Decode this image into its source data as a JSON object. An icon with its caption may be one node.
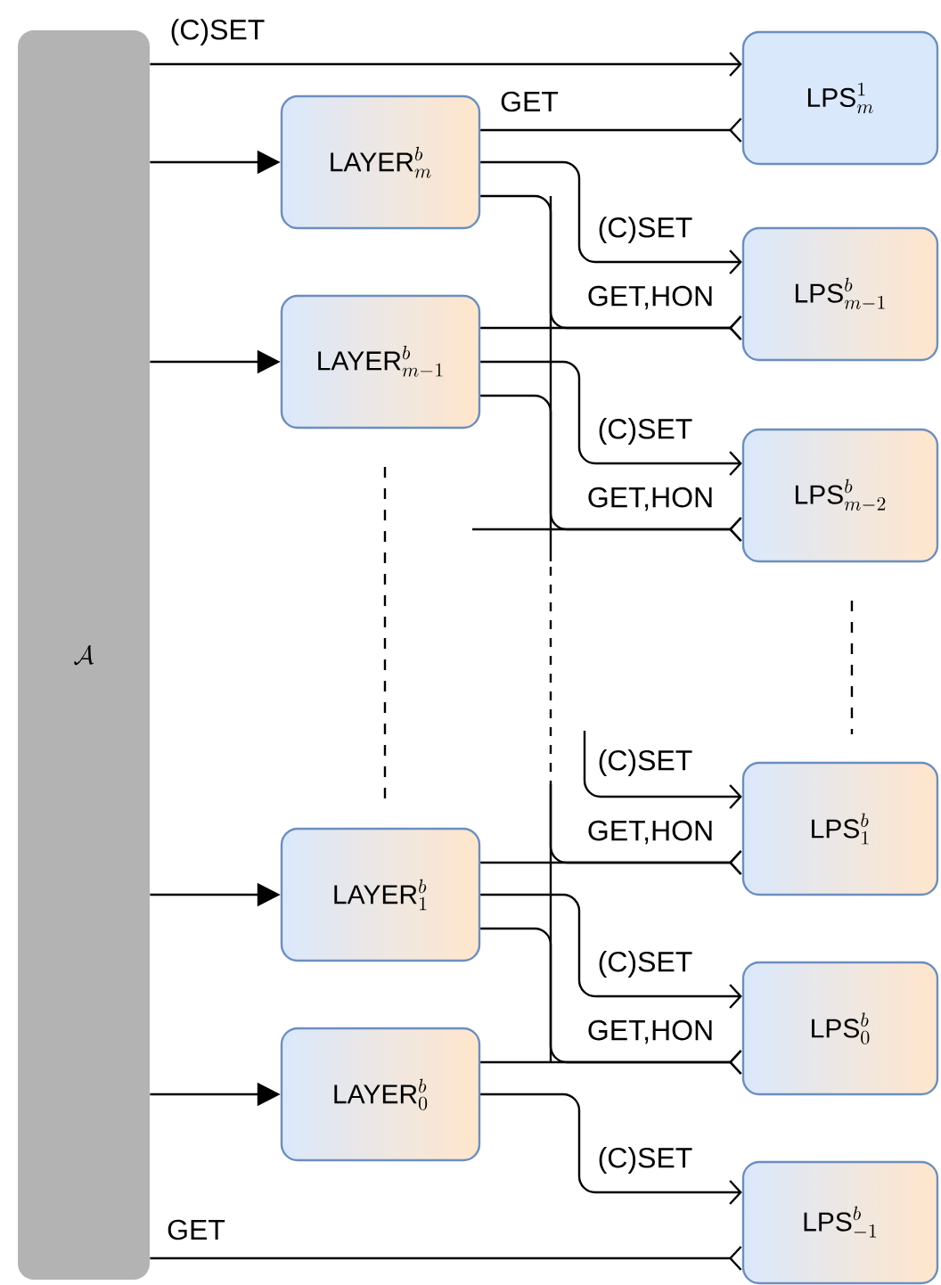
{
  "diagram": {
    "nodes": [
      {
        "text": [
          "\\mathcal{A}"
        ]
      },
      {
        "text": [
          "\\mbox{LPS}^{1}_{m}"
        ]
      },
      {
        "text": [
          "\\mbox{LAYER}^{b}_{m}"
        ]
      },
      {
        "text": [
          "\\mbox{LPS}^{b}_{m-1}"
        ]
      },
      {
        "text": [
          "\\mbox{LAYER}^{b}_{m-1}"
        ]
      },
      {
        "text": [
          "\\mbox{LPS}^{b}_{m-2}"
        ]
      },
      {
        "text": [
          "\\mbox{LPS}^{b}_{1}"
        ]
      },
      {
        "text": [
          "\\mbox{LAYER}^{b}_{1}"
        ]
      },
      {
        "text": [
          "\\mbox{LPS}^{b}_{0}"
        ]
      },
      {
        "text": [
          "\\mbox{LAYER}^{b}_{0}"
        ]
      },
      {
        "text": [
          "\\mbox{LPS}^{b}_{-1}"
        ]
      }
    ],
    "edges": [
      {
        "from": 0,
        "to": 1,
        "arrow": "to",
        "label": "(C)SET"
      },
      {
        "from": 0,
        "to": 2,
        "arrow": "to"
      },
      {
        "from": 2,
        "to": 1,
        "arrow": "other",
        "label": "GET"
      },
      {
        "from": 2,
        "to": 3,
        "arrow": "to",
        "label": "(C)SET"
      },
      {
        "from": 2,
        "to": 3,
        "arrow": "other",
        "label": "GET,HON"
      },
      {
        "from": 4,
        "to": 3,
        "arrow": "other"
      },
      {
        "from": 0,
        "to": 4,
        "arrow": "to"
      },
      {
        "from": 4,
        "to": 5,
        "arrow": "to",
        "label": "(C)SET"
      },
      {
        "from": 4,
        "to": 5,
        "arrow": "other",
        "label": "GET,HON"
      },
      {
        "from": null,
        "to": 5,
        "arrow": "other"
      },
      {
        "from": null,
        "to": 6,
        "arrow": "to",
        "label": "(C)SET"
      },
      {
        "from": null,
        "to": 6,
        "arrow": "other",
        "label": "GET,HON"
      },
      {
        "from": 7,
        "to": 6,
        "arrow": "other"
      },
      {
        "from": 0,
        "to": 7,
        "arrow": "to"
      },
      {
        "from": 7,
        "to": 8,
        "arrow": "to",
        "label": "(C)SET"
      },
      {
        "from": 7,
        "to": 8,
        "arrow": "other",
        "label": "GET,HON"
      },
      {
        "from": 9,
        "to": 8,
        "arrow": "other"
      },
      {
        "from": 0,
        "to": 9,
        "arrow": "to"
      },
      {
        "from": 9,
        "to": 10,
        "arrow": "to",
        "label": "(C)SET"
      },
      {
        "from": 0,
        "to": 10,
        "arrow": "other",
        "label": "GET"
      }
    ]
  }
}
